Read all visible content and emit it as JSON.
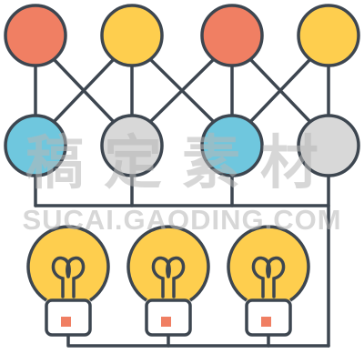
{
  "colors": {
    "outline": "#3d4650",
    "red": "#f07f63",
    "yellow": "#fece4e",
    "blue": "#6fc7de",
    "gray": "#d8d8d8",
    "bulb": "#fece4e",
    "base_fill": "#ffffff",
    "base_accent": "#f07f63"
  },
  "icons": {
    "top_nodes": [
      "red",
      "yellow",
      "red",
      "yellow"
    ],
    "middle_nodes": [
      "blue",
      "gray",
      "blue",
      "gray"
    ],
    "bulbs": [
      "lightbulb-icon",
      "lightbulb-icon",
      "lightbulb-icon"
    ]
  },
  "watermark": {
    "cn": "稿定素材",
    "en": "SUCAI.GAODING.COM"
  }
}
